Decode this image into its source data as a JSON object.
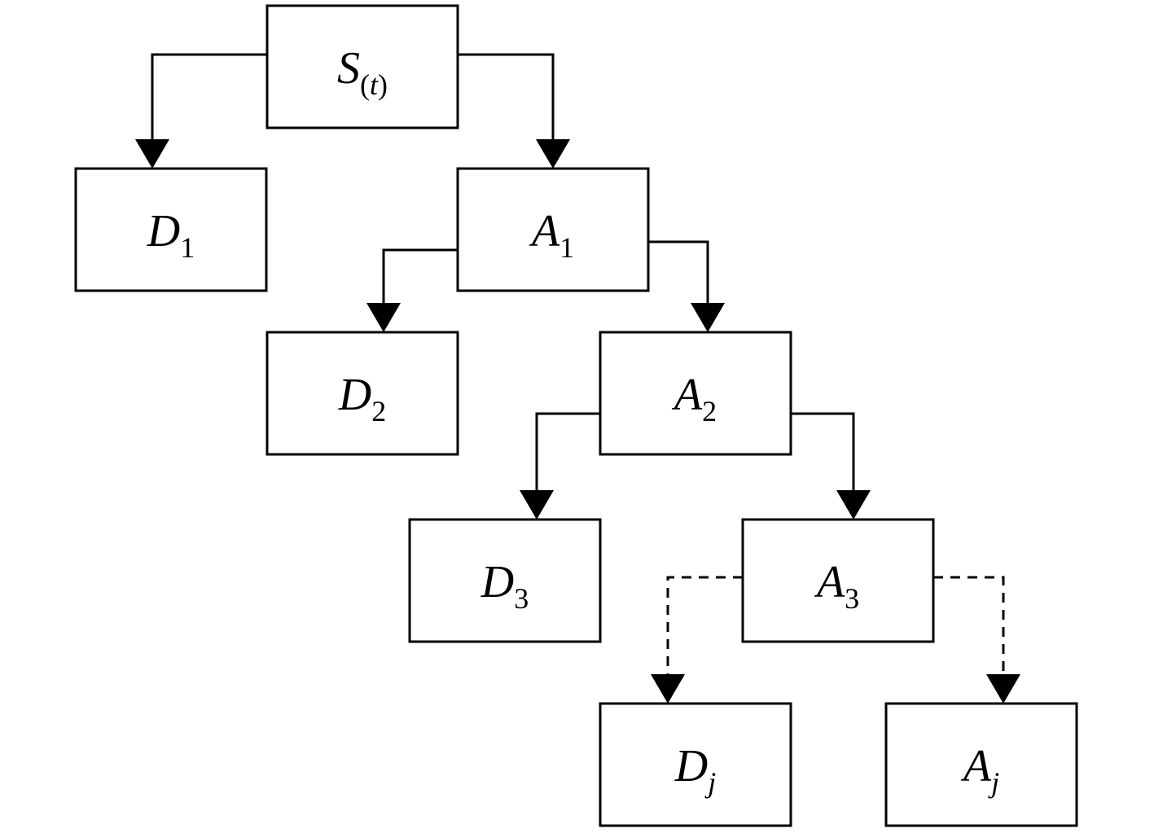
{
  "colors": {
    "stroke": "#000000",
    "box_fill": "#ffffff",
    "background": "#ffffff"
  },
  "nodes": [
    {
      "id": "S",
      "main": "S",
      "sub": "(t)"
    },
    {
      "id": "D1",
      "main": "D",
      "sub": "1"
    },
    {
      "id": "A1",
      "main": "A",
      "sub": "1"
    },
    {
      "id": "D2",
      "main": "D",
      "sub": "2"
    },
    {
      "id": "A2",
      "main": "A",
      "sub": "2"
    },
    {
      "id": "D3",
      "main": "D",
      "sub": "3"
    },
    {
      "id": "A3",
      "main": "A",
      "sub": "3"
    },
    {
      "id": "Dj",
      "main": "D",
      "sub": "j"
    },
    {
      "id": "Aj",
      "main": "A",
      "sub": "j"
    }
  ],
  "edges": [
    {
      "from": "S",
      "to": "D1",
      "style": "solid"
    },
    {
      "from": "S",
      "to": "A1",
      "style": "solid"
    },
    {
      "from": "A1",
      "to": "D2",
      "style": "solid"
    },
    {
      "from": "A1",
      "to": "A2",
      "style": "solid"
    },
    {
      "from": "A2",
      "to": "D3",
      "style": "solid"
    },
    {
      "from": "A2",
      "to": "A3",
      "style": "solid"
    },
    {
      "from": "A3",
      "to": "Dj",
      "style": "dashed"
    },
    {
      "from": "A3",
      "to": "Aj",
      "style": "dashed"
    }
  ]
}
